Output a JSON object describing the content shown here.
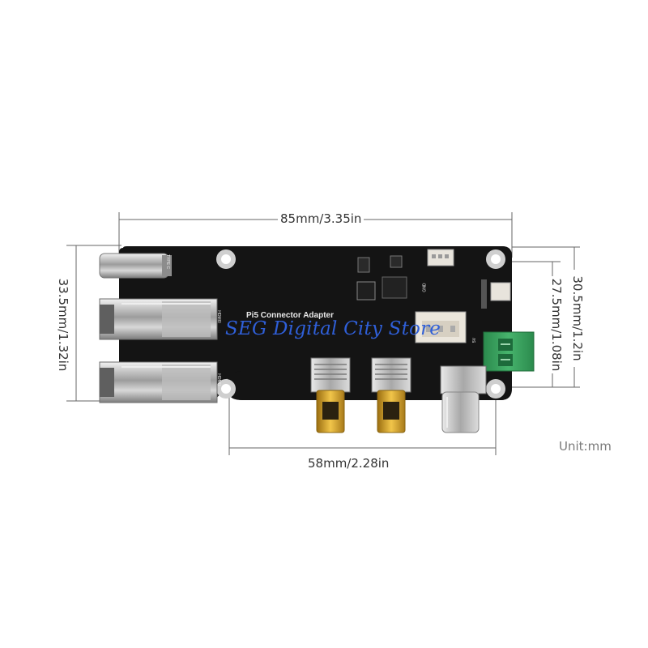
{
  "dimensions": {
    "width_label": "85mm/3.35in",
    "bottom_label": "58mm/2.28in",
    "left_label": "33.5mm/1.32in",
    "right_inner_label": "27.5mm/1.08in",
    "right_outer_label": "30.5mm/1.2in"
  },
  "unit_label": "Unit:mm",
  "watermark": "SEG Digital City Store",
  "board": {
    "title": "Pi5 Connector Adapter",
    "silkscreen": {
      "type_c": "TYPE C",
      "hdmi0": "HDMI0",
      "hdmi1": "HDMI1",
      "gnd": "GND",
      "v5": "5V"
    }
  },
  "colors": {
    "pcb": "#141414",
    "dimension_line": "#666666",
    "watermark": "#2f5fd8",
    "terminal_block": "#2f9e58"
  }
}
